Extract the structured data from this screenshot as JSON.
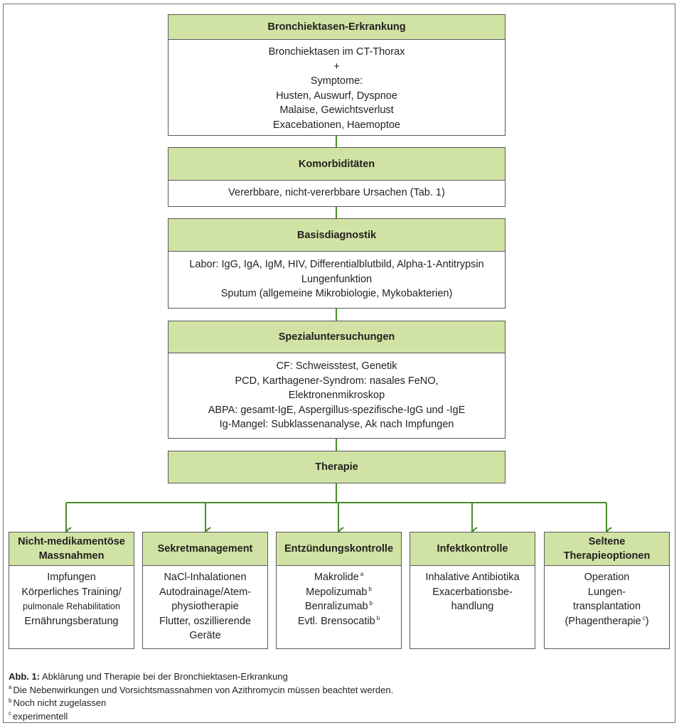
{
  "flow": {
    "bronchiektasen": {
      "title": "Bronchiektasen-Erkrankung",
      "lines": [
        "Bronchiektasen im CT-Thorax",
        "+",
        "Symptome:",
        "Husten, Auswurf, Dyspnoe",
        "Malaise, Gewichtsverlust",
        "Exacebationen, Haemoptoe"
      ]
    },
    "komorbiditaeten": {
      "title": "Komorbiditäten",
      "lines": [
        "Vererbbare, nicht-vererbbare Ursachen (Tab. 1)"
      ]
    },
    "basisdiagnostik": {
      "title": "Basisdiagnostik",
      "lines": [
        "Labor: IgG, IgA, IgM, HIV, Differentialblutbild, Alpha-1-Antitrypsin",
        "Lungenfunktion",
        "Sputum (allgemeine Mikrobiologie, Mykobakterien)"
      ]
    },
    "spezialuntersuchungen": {
      "title": "Spezialuntersuchungen",
      "lines": [
        "CF: Schweisstest, Genetik",
        "PCD, Karthagener-Syndrom: nasales FeNO,",
        "Elektronenmikroskop",
        "ABPA: gesamt-IgE, Aspergillus-spezifische-IgG und -IgE",
        "Ig-Mangel: Subklassenanalyse, Ak nach Impfungen"
      ]
    },
    "therapie": {
      "title": "Therapie"
    }
  },
  "branches": {
    "nicht_medikamentoes": {
      "title_lines": [
        "Nicht-medikamentöse",
        "Massnahmen"
      ],
      "items": [
        "Impfungen",
        "Körperliches Training/",
        "pulmonale Rehabilitation",
        "Ernährungsberatung"
      ]
    },
    "sekretmanagement": {
      "title_lines": [
        "Sekretmanagement"
      ],
      "items": [
        "NaCl-Inhalationen",
        "Autodrainage/Atem-",
        "physiotherapie",
        "Flutter, oszillierende",
        "Geräte"
      ]
    },
    "entzuendungskontrolle": {
      "title_lines": [
        "Entzündungskontrolle"
      ],
      "items": [
        {
          "text": "Makrolide",
          "sup": "a"
        },
        {
          "text": "Mepolizumab",
          "sup": "b"
        },
        {
          "text": "Benralizumab",
          "sup": "b"
        },
        {
          "text": "Evtl. Brensocatib",
          "sup": "b"
        }
      ]
    },
    "infektkontrolle": {
      "title_lines": [
        "Infektkontrolle"
      ],
      "items": [
        "Inhalative Antibiotika",
        "Exacerbationsbe-",
        "handlung"
      ]
    },
    "seltene": {
      "title_lines": [
        "Seltene",
        "Therapieoptionen"
      ],
      "items": [
        "Operation",
        "Lungen-",
        "transplantation"
      ],
      "last_item": {
        "text": "(Phagentherapie",
        "sup": "c",
        "suffix": ")"
      }
    }
  },
  "caption": {
    "label": "Abb. 1:",
    "text": " Abklärung und Therapie bei der Bronchiektasen-Erkrankung",
    "footnotes": [
      {
        "mark": "a",
        "text": "Die Nebenwirkungen und Vorsichtsmassnahmen von Azithromycin müssen beachtet werden."
      },
      {
        "mark": "b",
        "text": "Noch nicht zugelassen"
      },
      {
        "mark": "c",
        "text": "experimentell"
      }
    ]
  },
  "colors": {
    "header_fill": "#d1e3a4",
    "connector": "#4a8c2a",
    "border": "#58595b"
  }
}
